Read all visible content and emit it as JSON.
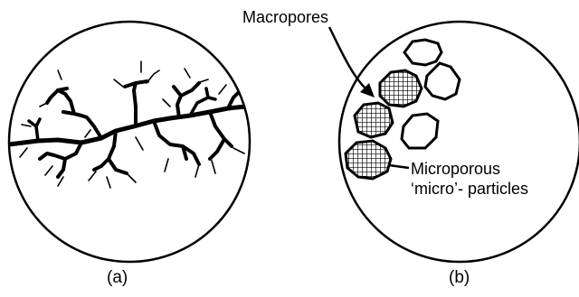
{
  "panels": {
    "a": {
      "caption": "(a)"
    },
    "b": {
      "caption": "(b)",
      "labels": {
        "macropores": "Macropores",
        "microporous_line1": "Microporous",
        "microporous_line2": "‘micro’- particles"
      }
    }
  },
  "colors": {
    "ink": "#000000",
    "background": "#ffffff"
  }
}
